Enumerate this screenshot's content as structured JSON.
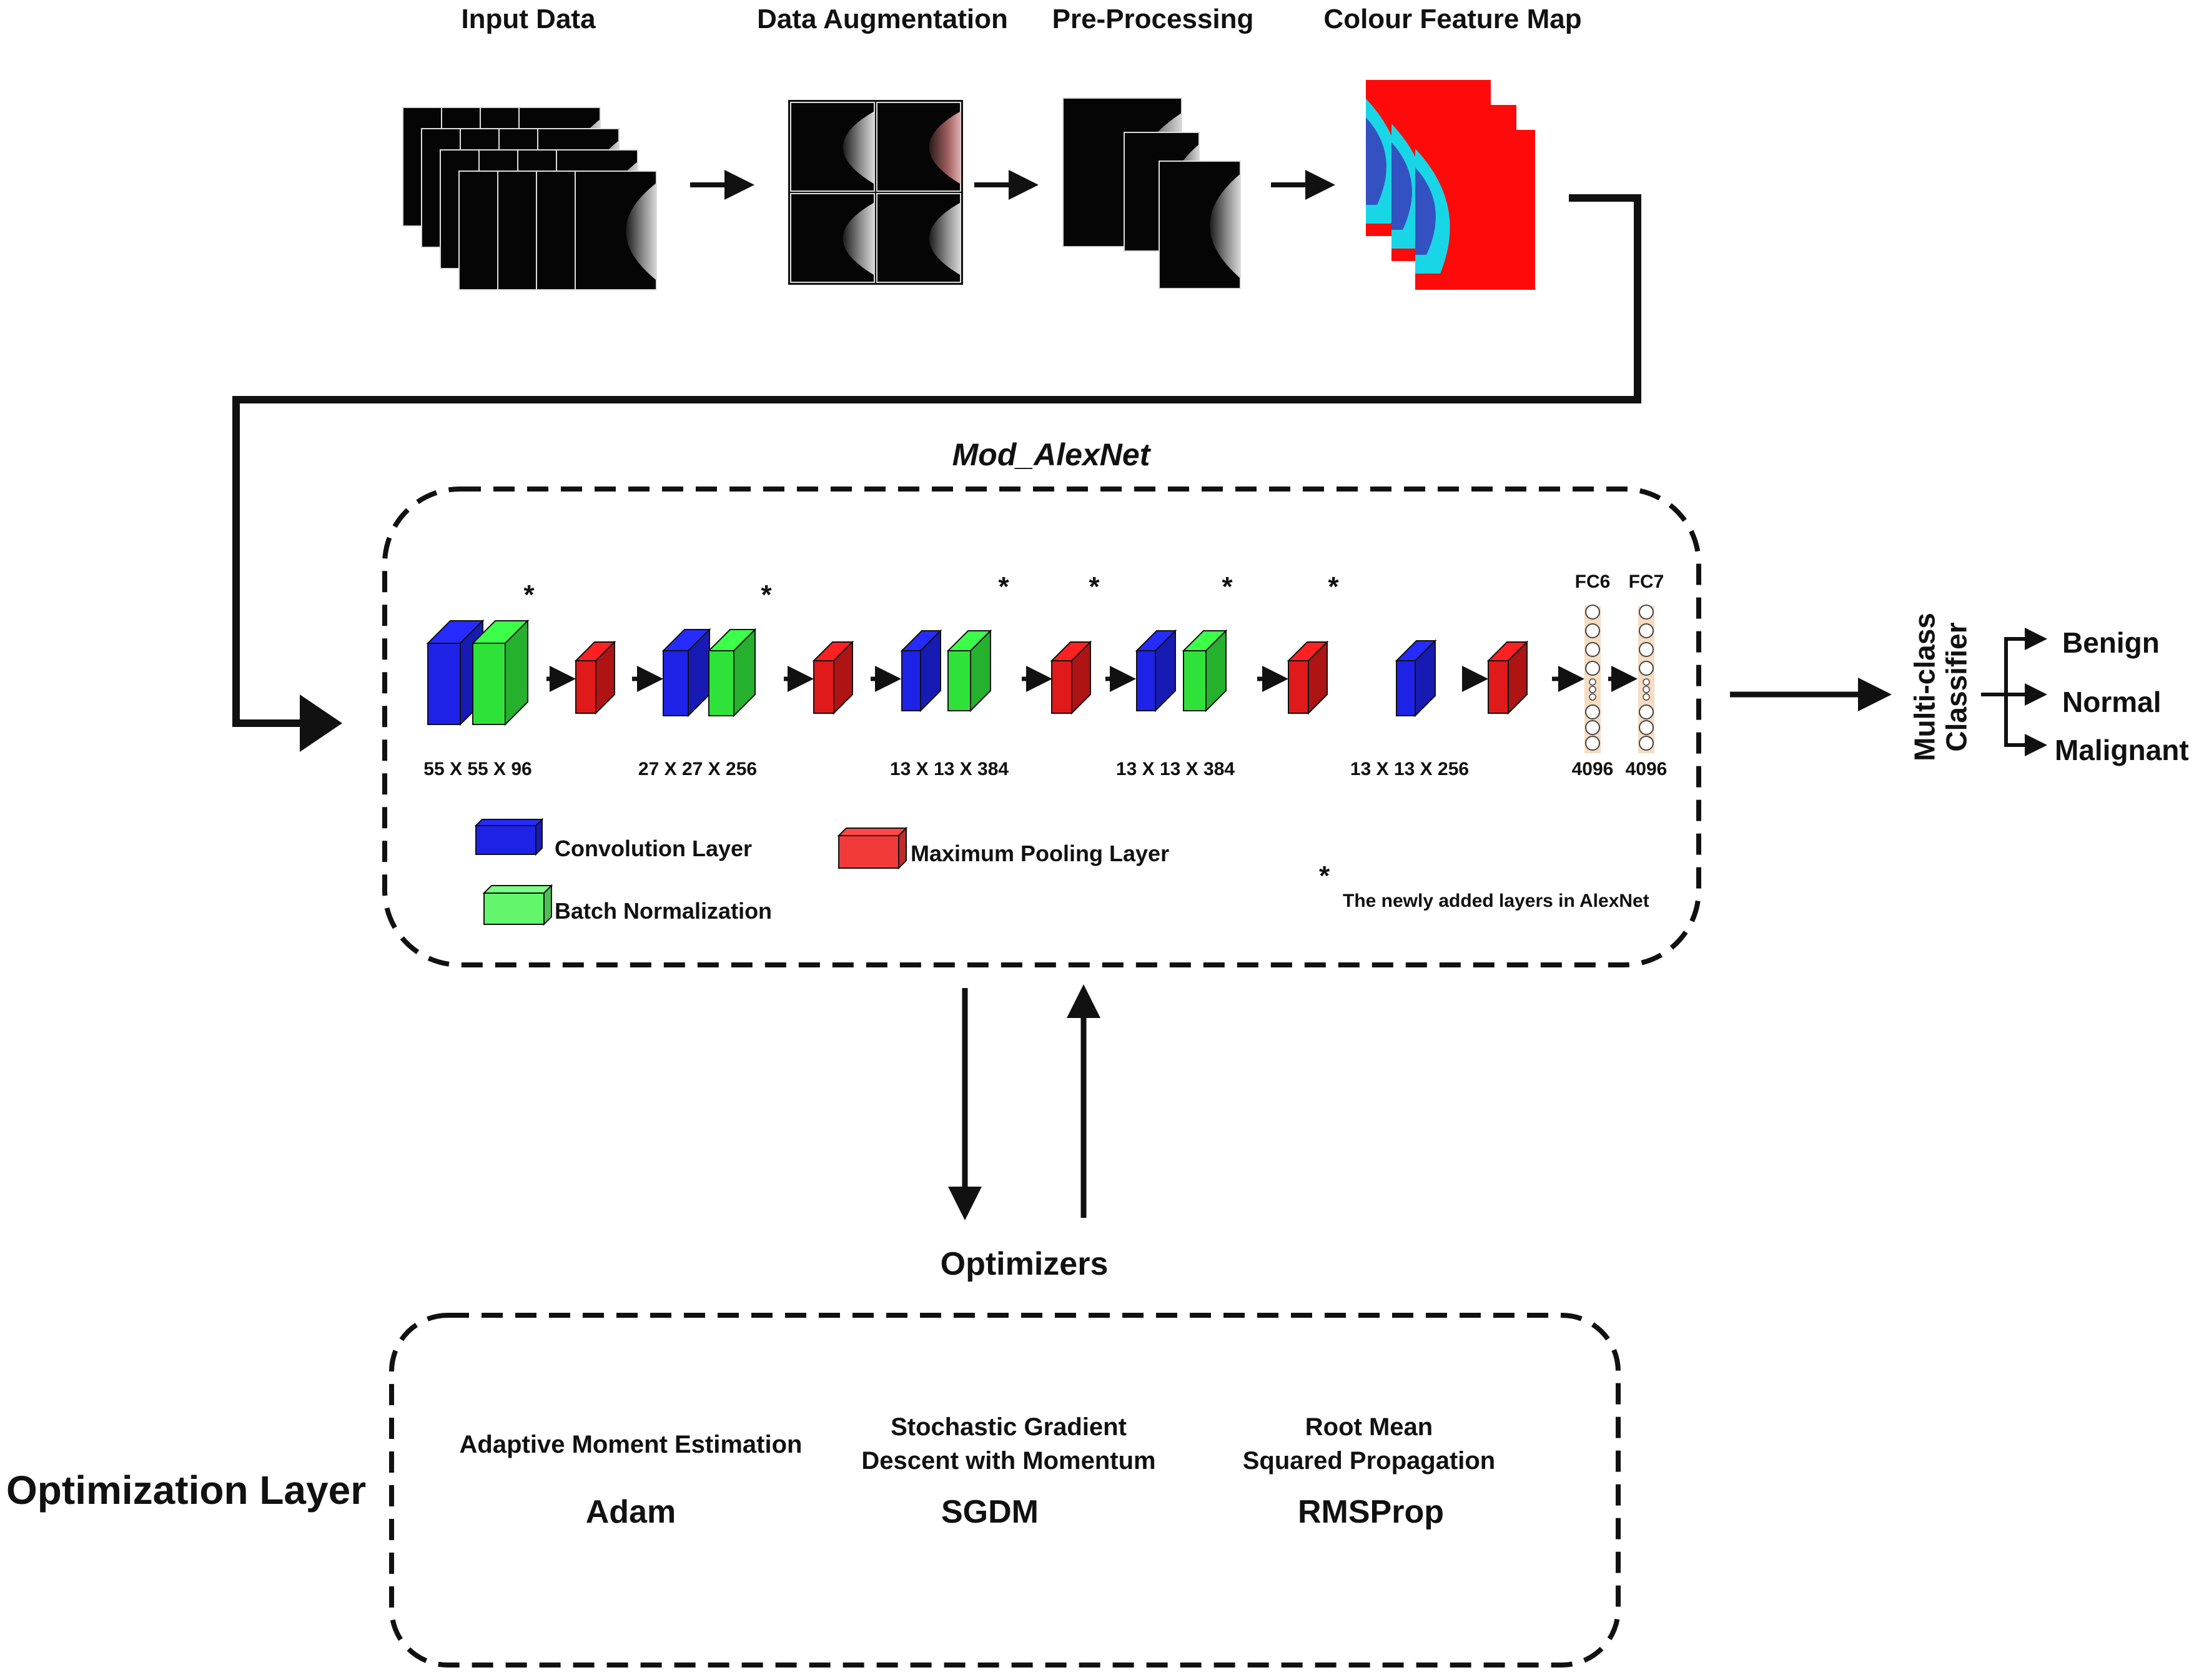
{
  "stages": {
    "input": "Input Data",
    "augmentation": "Data Augmentation",
    "preprocessing": "Pre-Processing",
    "colour_map": "Colour Feature Map"
  },
  "model_title": "Mod_AlexNet",
  "layer_dims": [
    "55 X 55 X 96",
    "27 X 27 X 256",
    "13 X 13 X 384",
    "13 X 13 X 384",
    "13 X 13 X 256"
  ],
  "fc_labels": {
    "fc6": "FC6",
    "fc7": "FC7",
    "fc6_units": "4096",
    "fc7_units": "4096"
  },
  "new_layer_marker": "*",
  "legend": {
    "conv": "Convolution Layer",
    "batch_norm": "Batch Normalization",
    "max_pool": "Maximum Pooling Layer",
    "new_layers_note": "The newly added layers in AlexNet"
  },
  "classifier": {
    "line1": "Multi-class",
    "line2": "Classifier",
    "classes": [
      "Benign",
      "Normal",
      "Malignant"
    ]
  },
  "optimizers_label": "Optimizers",
  "optimization_layer_label": "Optimization Layer",
  "optimizers": [
    {
      "name_lines": [
        "Adaptive Moment Estimation"
      ],
      "abbr": "Adam"
    },
    {
      "name_lines": [
        "Stochastic Gradient",
        "Descent with Momentum"
      ],
      "abbr": "SGDM"
    },
    {
      "name_lines": [
        "Root Mean",
        "Squared Propagation"
      ],
      "abbr": "RMSProp"
    }
  ],
  "colors": {
    "conv": "#1e22e6",
    "batch_norm": "#2fe23a",
    "max_pool": "#e01a1a",
    "colour_map_red": "#ff0a0a",
    "colour_map_cyan": "#19d6e6",
    "fc_node_fill": "#f6dcc0",
    "stroke": "#111111"
  }
}
